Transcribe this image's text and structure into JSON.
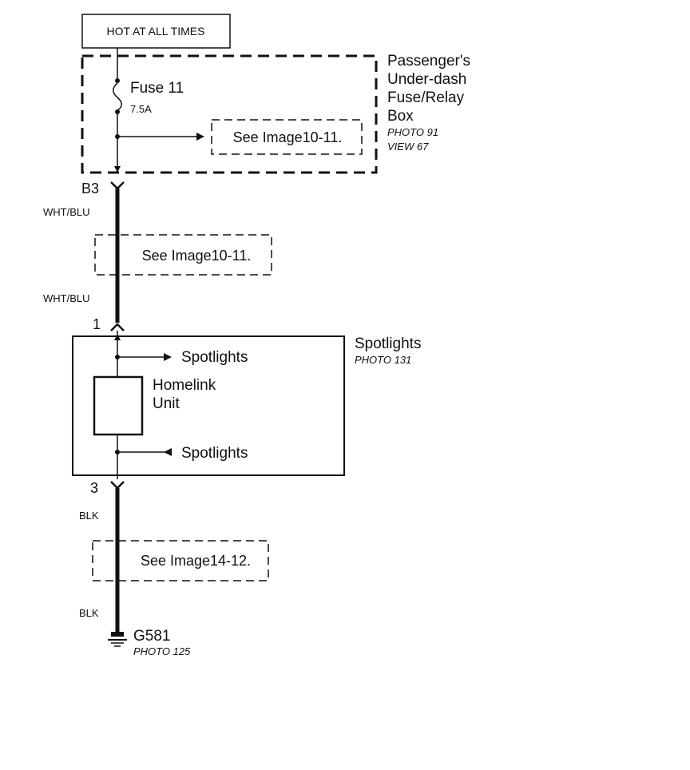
{
  "power_label": "HOT AT ALL TIMES",
  "fuse_box": {
    "name_lines": [
      "Passenger's",
      "Under-dash",
      "Fuse/Relay",
      "Box"
    ],
    "photo": "PHOTO 91",
    "view": "VIEW 67",
    "fuse_name": "Fuse 11",
    "fuse_rating": "7.5A",
    "reference": "See Image10-11."
  },
  "connector_b3": "B3",
  "wire_color_upper_1": "WHT/BLU",
  "reference_upper": "See Image10-11.",
  "wire_color_upper_2": "WHT/BLU",
  "pin_1": "1",
  "spotlights_box": {
    "name": "Spotlights",
    "photo": "PHOTO 131",
    "output_label": "Spotlights",
    "unit_lines": [
      "Homelink",
      "Unit"
    ],
    "input_label": "Spotlights"
  },
  "pin_3": "3",
  "wire_color_lower_1": "BLK",
  "reference_lower": "See Image14-12.",
  "wire_color_lower_2": "BLK",
  "ground": {
    "name": "G581",
    "photo": "PHOTO 125"
  }
}
